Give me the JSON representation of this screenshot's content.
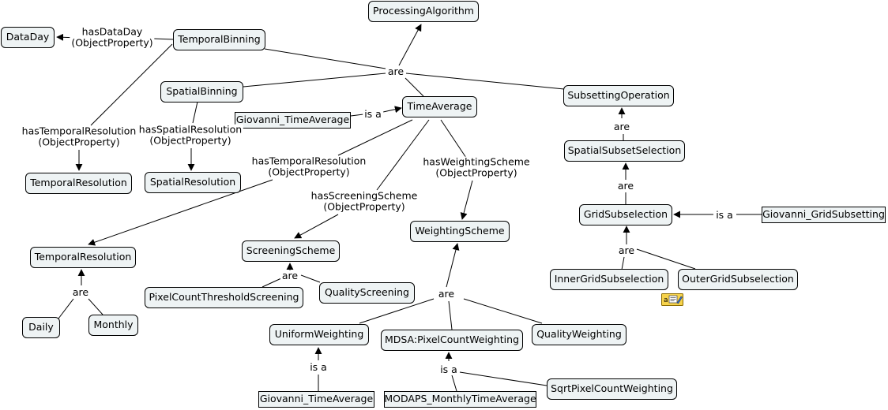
{
  "nodes": {
    "processing_algorithm": "ProcessingAlgorithm",
    "data_day": "DataDay",
    "temporal_binning": "TemporalBinning",
    "spatial_binning": "SpatialBinning",
    "time_average": "TimeAverage",
    "giovanni_time_average_top": "Giovanni_TimeAverage",
    "subsetting_operation": "SubsettingOperation",
    "spatial_subset_selection": "SpatialSubsetSelection",
    "grid_subselection": "GridSubselection",
    "giovanni_grid_subsetting": "Giovanni_GridSubsetting",
    "inner_grid_subselection": "InnerGridSubselection",
    "outer_grid_subselection": "OuterGridSubselection",
    "temporal_resolution_a": "TemporalResolution",
    "spatial_resolution": "SpatialResolution",
    "temporal_resolution_b": "TemporalResolution",
    "screening_scheme": "ScreeningScheme",
    "weighting_scheme": "WeightingScheme",
    "pixel_count_threshold_screening": "PixelCountThresholdScreening",
    "quality_screening": "QualityScreening",
    "daily": "Daily",
    "monthly": "Monthly",
    "uniform_weighting": "UniformWeighting",
    "mdsa_pixel_count_weighting": "MDSA:PixelCountWeighting",
    "quality_weighting": "QualityWeighting",
    "sqrt_pixel_count_weighting": "SqrtPixelCountWeighting",
    "giovanni_time_average_bottom": "Giovanni_TimeAverage",
    "modaps_monthly_time_average": "MODAPS_MonthlyTimeAverage"
  },
  "links": {
    "has_data_day": [
      "hasDataDay",
      "(ObjectProperty)"
    ],
    "are_main": "are",
    "is_a_time_average": "is a",
    "has_temporal_resolution_a": [
      "hasTemporalResolution",
      "(ObjectProperty)"
    ],
    "has_spatial_resolution": [
      "hasSpatialResolution",
      "(ObjectProperty)"
    ],
    "has_temporal_resolution_b": [
      "hasTemporalResolution",
      "(ObjectProperty)"
    ],
    "has_screening_scheme": [
      "hasScreeningScheme",
      "(ObjectProperty)"
    ],
    "has_weighting_scheme": [
      "hasWeightingScheme",
      "(ObjectProperty)"
    ],
    "are_subsetting": "are",
    "are_spatial_subset": "are",
    "is_a_grid": "is a",
    "are_grid": "are",
    "are_screening": "are",
    "are_temporal": "are",
    "are_weighting": "are",
    "is_a_uniform": "is a",
    "is_a_mdsa": "is a"
  },
  "icons": {
    "note": "note-icon"
  }
}
